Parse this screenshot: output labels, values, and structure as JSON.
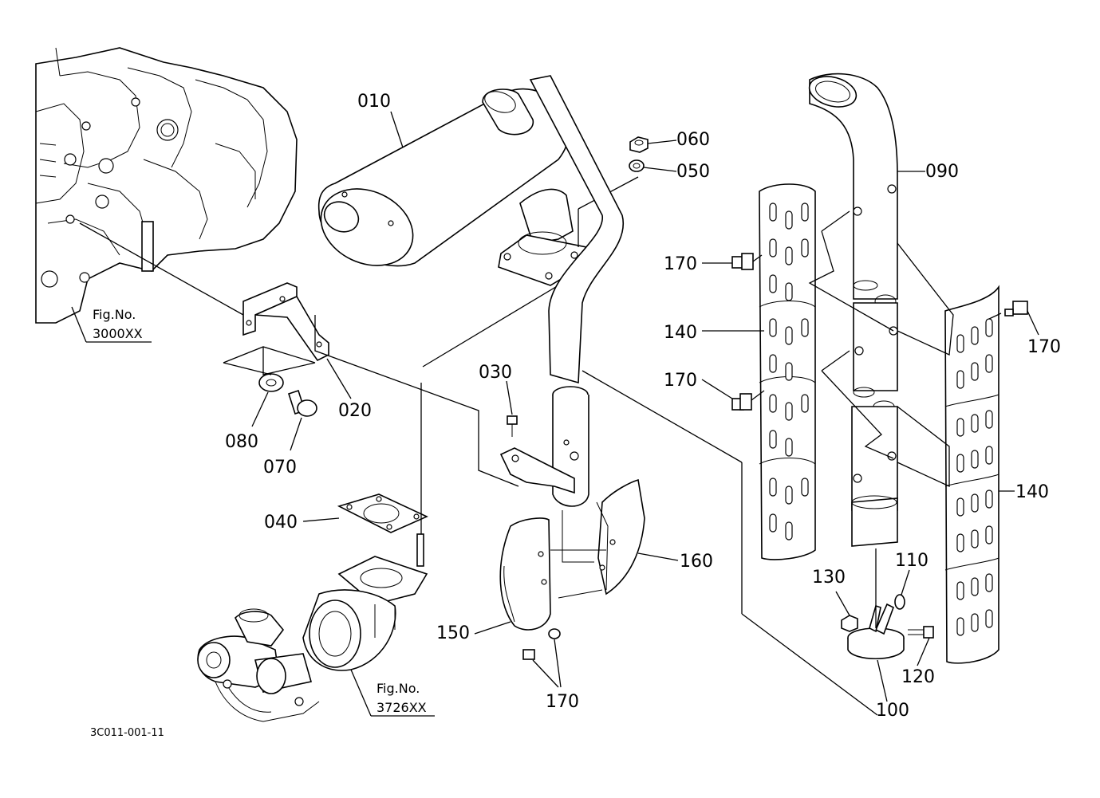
{
  "diagram": {
    "code": "3C011-001-11",
    "refs": [
      {
        "id": "ref-3000",
        "label": "Fig.No.",
        "number": "3000XX"
      },
      {
        "id": "ref-3726",
        "label": "Fig.No.",
        "number": "3726XX"
      }
    ],
    "parts": {
      "p010": "010",
      "p020": "020",
      "p030": "030",
      "p040": "040",
      "p050": "050",
      "p060": "060",
      "p070": "070",
      "p080": "080",
      "p090": "090",
      "p100": "100",
      "p110": "110",
      "p120": "120",
      "p130": "130",
      "p140a": "140",
      "p140b": "140",
      "p150": "150",
      "p160": "160",
      "p170a": "170",
      "p170b": "170",
      "p170c": "170",
      "p170d": "170"
    }
  }
}
